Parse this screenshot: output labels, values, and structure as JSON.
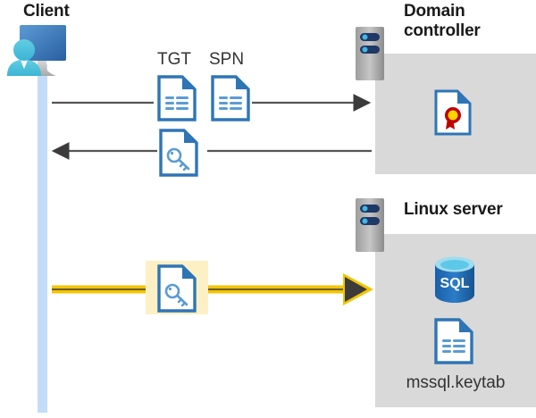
{
  "diagram": {
    "type": "sequence-flow",
    "background": "#ffffff",
    "colors": {
      "panel_gray": "#d9d9d9",
      "lifeline_blue": "#c3dcf7",
      "arrow_gray": "#3b3b3b",
      "highlight_yellow": "#fdf0c4",
      "flow_yellow": "#f5c400",
      "doc_blue": "#2e75b6",
      "sql_blue": "#1f6eb5",
      "seal_red": "#c00000",
      "seal_yellow": "#ffd400",
      "rack_gray": "#9e9e9e",
      "rack_navy": "#1f3864"
    }
  },
  "actors": {
    "client": {
      "title": "Client",
      "icon": "user-computer-icon"
    },
    "domain_controller": {
      "title": "Domain controller",
      "title_line1": "Domain",
      "title_line2": "controller",
      "rack_icon": "server-rack-icon",
      "contents": [
        {
          "icon": "certificate-document-icon",
          "label": ""
        }
      ]
    },
    "linux_server": {
      "title": "Linux server",
      "rack_icon": "server-rack-icon",
      "contents": [
        {
          "icon": "sql-database-icon",
          "label": "SQL"
        },
        {
          "icon": "keytab-document-icon",
          "label": "mssql.keytab"
        }
      ]
    }
  },
  "messages": [
    {
      "id": "msg-1",
      "direction": "right",
      "from": "client",
      "to": "domain_controller",
      "style": "thin-gray",
      "payloads": [
        {
          "label": "TGT",
          "icon": "text-document-icon"
        },
        {
          "label": "SPN",
          "icon": "text-document-icon"
        }
      ]
    },
    {
      "id": "msg-2",
      "direction": "left",
      "from": "domain_controller",
      "to": "client",
      "style": "thin-gray",
      "payloads": [
        {
          "label": "",
          "icon": "key-document-icon"
        }
      ]
    },
    {
      "id": "msg-3",
      "direction": "right",
      "from": "client",
      "to": "linux_server",
      "style": "thick-yellow",
      "highlighted": true,
      "payloads": [
        {
          "label": "",
          "icon": "key-document-icon"
        }
      ]
    }
  ],
  "labels": {
    "tgt": "TGT",
    "spn": "SPN",
    "sql": "SQL",
    "keytab": "mssql.keytab"
  }
}
